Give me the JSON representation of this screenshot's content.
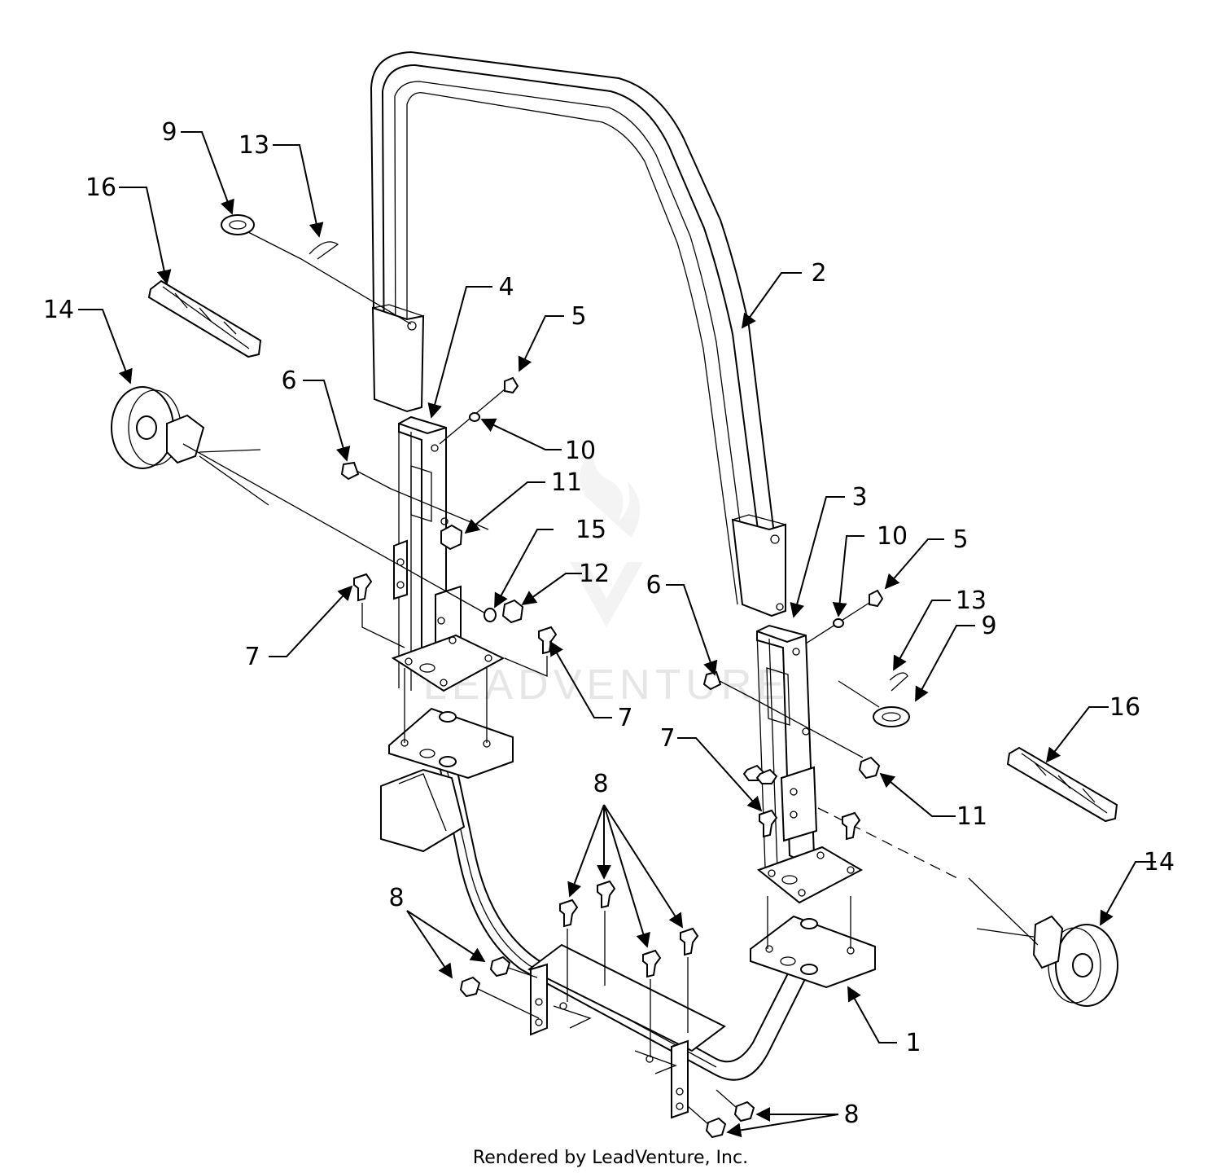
{
  "watermark": "LEADVENTURE",
  "credit": "Rendered by LeadVenture, Inc.",
  "callouts": [
    {
      "id": "c9-left",
      "label": "9"
    },
    {
      "id": "c13-left",
      "label": "13"
    },
    {
      "id": "c16-left",
      "label": "16"
    },
    {
      "id": "c14-left",
      "label": "14"
    },
    {
      "id": "c4",
      "label": "4"
    },
    {
      "id": "c5-left",
      "label": "5"
    },
    {
      "id": "c6-left",
      "label": "6"
    },
    {
      "id": "c10-left",
      "label": "10"
    },
    {
      "id": "c11-left",
      "label": "11"
    },
    {
      "id": "c15",
      "label": "15"
    },
    {
      "id": "c12",
      "label": "12"
    },
    {
      "id": "c7-left",
      "label": "7"
    },
    {
      "id": "c7-mid",
      "label": "7"
    },
    {
      "id": "c2",
      "label": "2"
    },
    {
      "id": "c3",
      "label": "3"
    },
    {
      "id": "c10-right",
      "label": "10"
    },
    {
      "id": "c5-right",
      "label": "5"
    },
    {
      "id": "c6-right",
      "label": "6"
    },
    {
      "id": "c13-right",
      "label": "13"
    },
    {
      "id": "c9-right",
      "label": "9"
    },
    {
      "id": "c16-right",
      "label": "16"
    },
    {
      "id": "c7-right",
      "label": "7"
    },
    {
      "id": "c11-right",
      "label": "11"
    },
    {
      "id": "c8-center",
      "label": "8"
    },
    {
      "id": "c8-left",
      "label": "8"
    },
    {
      "id": "c14-right",
      "label": "14"
    },
    {
      "id": "c1",
      "label": "1"
    },
    {
      "id": "c8-bottom",
      "label": "8"
    }
  ]
}
